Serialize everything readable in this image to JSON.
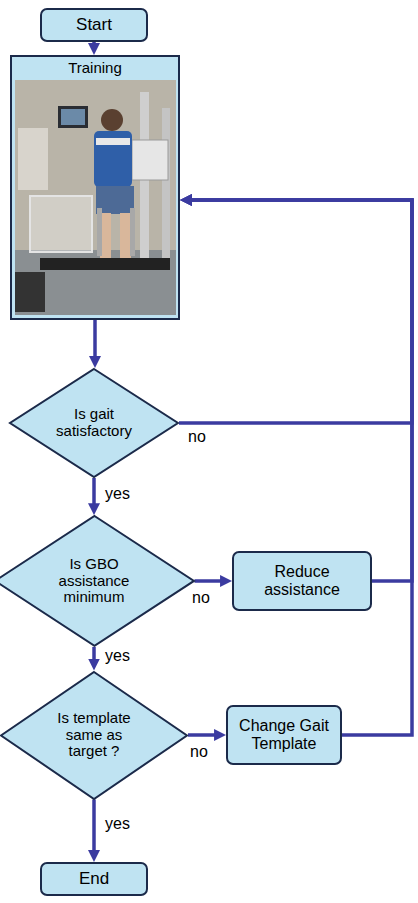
{
  "diagram": {
    "nodes": [
      {
        "text": [
          "Start"
        ]
      },
      {
        "text": [
          "Training"
        ]
      },
      {
        "text": [
          "Is gait satisfactory"
        ]
      },
      {
        "text": [
          "Is GBO assistance minimum"
        ]
      },
      {
        "text": [
          "Reduce assistance"
        ]
      },
      {
        "text": [
          "Is template same as target ?"
        ]
      },
      {
        "text": [
          "Change Gait Template"
        ]
      },
      {
        "text": [
          "End"
        ]
      }
    ],
    "edges": [
      {
        "from": 0,
        "to": 1,
        "arrow": "to"
      },
      {
        "from": 1,
        "to": 2,
        "arrow": "to"
      },
      {
        "from": 2,
        "to": 1,
        "label": "no",
        "arrow": "to"
      },
      {
        "from": 2,
        "to": 3,
        "label": "yes",
        "arrow": "to"
      },
      {
        "from": 3,
        "to": 4,
        "label": "no",
        "arrow": "to"
      },
      {
        "from": 4,
        "to": 1,
        "arrow": "to"
      },
      {
        "from": 3,
        "to": 5,
        "label": "yes",
        "arrow": "to"
      },
      {
        "from": 5,
        "to": 6,
        "label": "no",
        "arrow": "to"
      },
      {
        "from": 6,
        "to": 1,
        "arrow": "to"
      },
      {
        "from": 5,
        "to": 7,
        "label": "yes",
        "arrow": "to"
      }
    ]
  }
}
